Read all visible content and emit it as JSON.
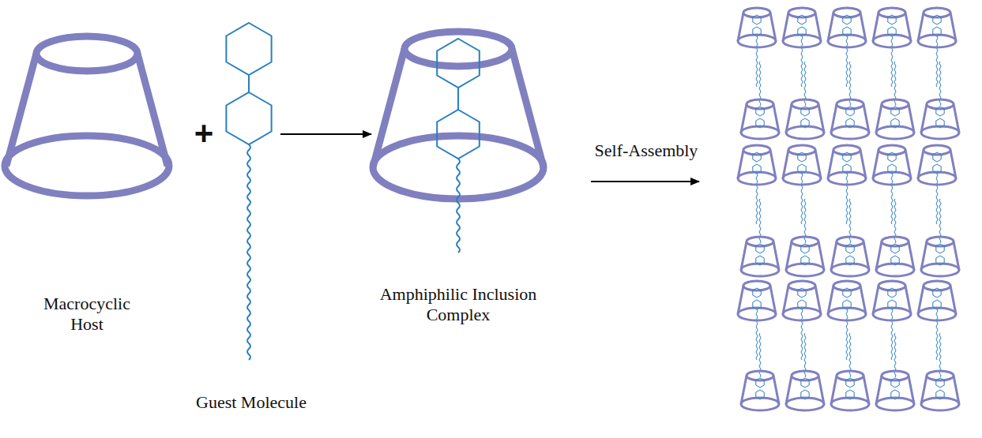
{
  "diagram": {
    "labels": [
      "Macrocyclic Host",
      "+",
      "Guest Molecule",
      "Amphiphilic Inclusion Complex",
      "Self-Assembly"
    ]
  }
}
